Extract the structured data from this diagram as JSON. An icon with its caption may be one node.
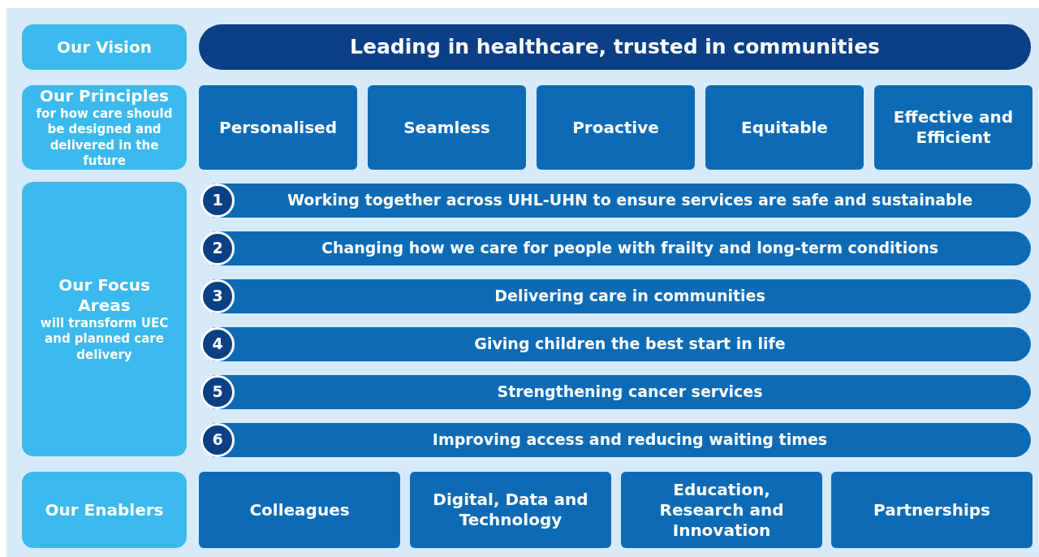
{
  "diagram": {
    "nodes": [
      {
        "text": [
          "Our Vision"
        ]
      },
      {
        "text": [
          "Leading in healthcare, trusted in communities"
        ]
      },
      {
        "text": [
          "Our Principles",
          "for how care should be designed and delivered in the future"
        ]
      },
      {
        "text": [
          "Personalised"
        ]
      },
      {
        "text": [
          "Seamless"
        ]
      },
      {
        "text": [
          "Proactive"
        ]
      },
      {
        "text": [
          "Equitable"
        ]
      },
      {
        "text": [
          "Effective and Efficient"
        ]
      },
      {
        "text": [
          "Our Focus Areas",
          "will transform UEC and planned care delivery"
        ]
      },
      {
        "text": [
          "1"
        ]
      },
      {
        "text": [
          "Working together across UHL-UHN to ensure services are safe and sustainable"
        ]
      },
      {
        "text": [
          "2"
        ]
      },
      {
        "text": [
          "Changing how we care for people with frailty and long-term conditions"
        ]
      },
      {
        "text": [
          "3"
        ]
      },
      {
        "text": [
          "Delivering care in communities"
        ]
      },
      {
        "text": [
          "4"
        ]
      },
      {
        "text": [
          "Giving children the best start in life"
        ]
      },
      {
        "text": [
          "5"
        ]
      },
      {
        "text": [
          "Strengthening cancer services"
        ]
      },
      {
        "text": [
          "6"
        ]
      },
      {
        "text": [
          "Improving access and reducing waiting times"
        ]
      },
      {
        "text": [
          "Our Enablers"
        ]
      },
      {
        "text": [
          "Colleagues"
        ]
      },
      {
        "text": [
          "Digital, Data and Technology"
        ]
      },
      {
        "text": [
          "Education, Research and Innovation"
        ]
      },
      {
        "text": [
          "Partnerships"
        ]
      }
    ]
  }
}
